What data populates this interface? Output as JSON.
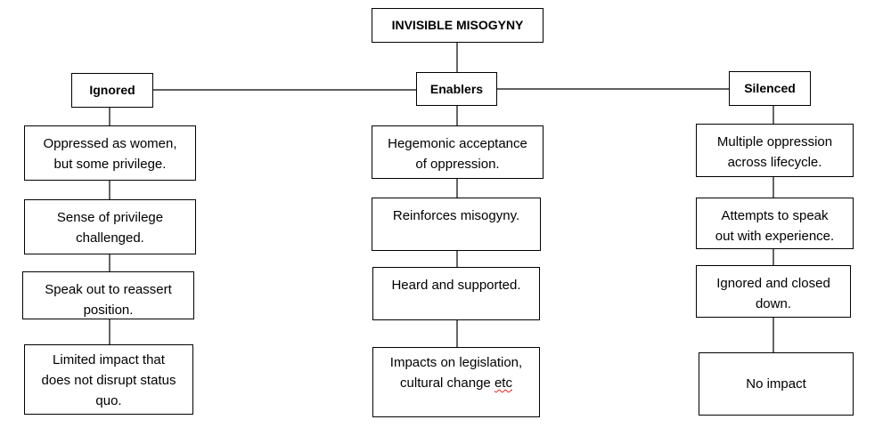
{
  "title": "INVISIBLE MISOGYNY",
  "columns": [
    {
      "heading": "Ignored",
      "items": [
        "Oppressed as women,\nbut some privilege.",
        "Sense of privilege\nchallenged.",
        "Speak out to reassert\nposition.",
        "Limited impact that\ndoes not disrupt status\nquo."
      ]
    },
    {
      "heading": "Enablers",
      "items": [
        "Hegemonic acceptance\nof oppression.",
        "Reinforces misogyny.",
        "Heard and supported.",
        {
          "before": "Impacts on legislation,\ncultural change ",
          "flagged": "etc"
        }
      ]
    },
    {
      "heading": "Silenced",
      "items": [
        "Multiple oppression\nacross lifecycle.",
        "Attempts to speak\nout with experience.",
        "Ignored and closed\ndown.",
        "No impact"
      ]
    }
  ]
}
